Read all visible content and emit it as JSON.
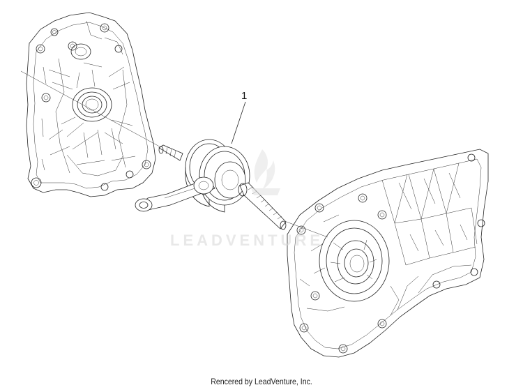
{
  "diagram": {
    "callout_number": "1",
    "watermark": "LEADVENTURE",
    "footer": "Rencered by LeadVenture, Inc."
  },
  "icons": {
    "watermark_logo": "leadventure-flame-logo"
  }
}
